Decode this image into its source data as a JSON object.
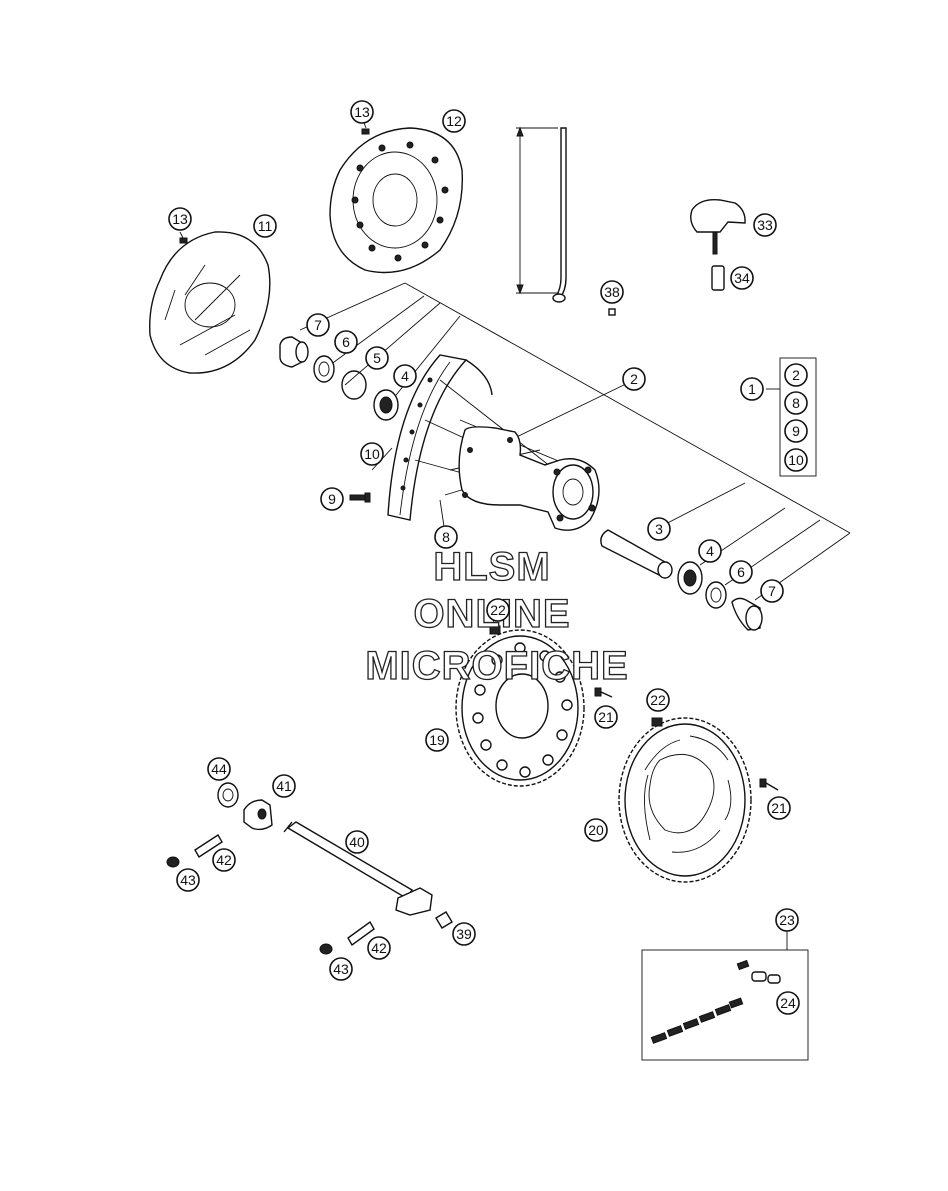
{
  "diagram": {
    "callouts": [
      "1",
      "2",
      "3",
      "4",
      "5",
      "6",
      "7",
      "8",
      "9",
      "10",
      "11",
      "12",
      "13",
      "19",
      "20",
      "21",
      "22",
      "23",
      "24",
      "33",
      "34",
      "38",
      "39",
      "40",
      "41",
      "42",
      "43",
      "44"
    ],
    "kit_list": [
      "2",
      "8",
      "9",
      "10"
    ]
  },
  "watermark": {
    "line1": "HLSM",
    "line2": "ONLINE",
    "line3": "MICROFICHE"
  }
}
